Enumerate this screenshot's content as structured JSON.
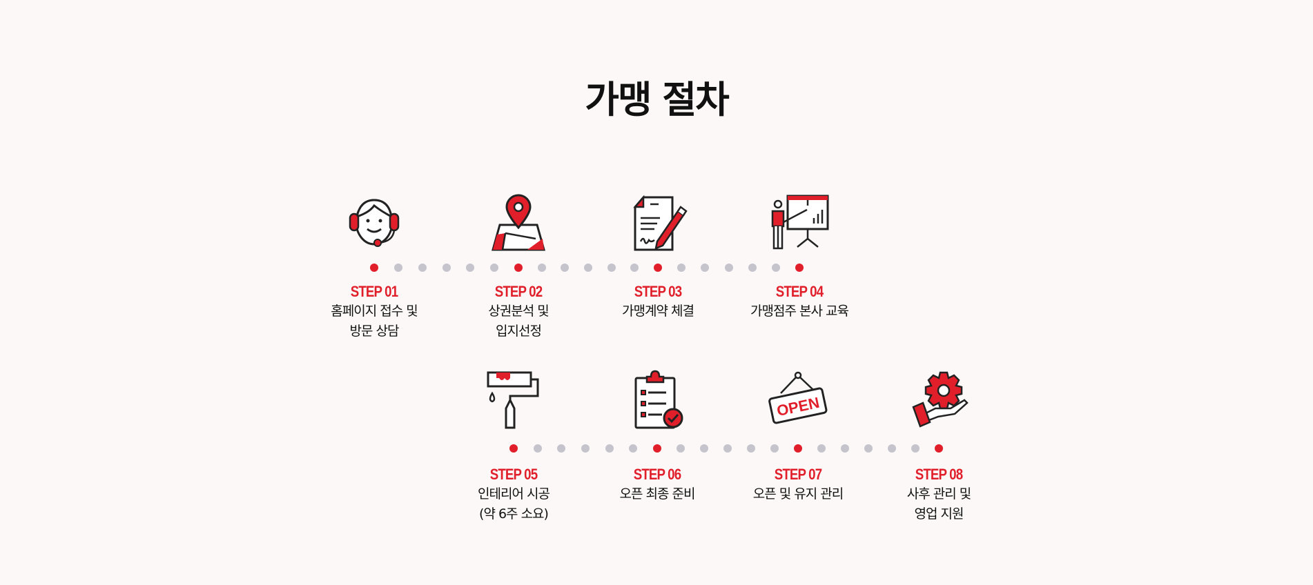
{
  "title": "가맹 절차",
  "colors": {
    "accent": "#e01f2b",
    "dot": "#c5c4cc",
    "background": "#fbf8f7"
  },
  "steps": [
    {
      "label": "STEP 01",
      "lines": [
        "홈페이지 접수 및",
        "방문 상담"
      ],
      "icon": "headset-agent-icon"
    },
    {
      "label": "STEP 02",
      "lines": [
        "상권분석 및",
        "입지선정"
      ],
      "icon": "map-pin-icon"
    },
    {
      "label": "STEP 03",
      "lines": [
        "가맹계약 체결",
        ""
      ],
      "icon": "contract-pen-icon"
    },
    {
      "label": "STEP 04",
      "lines": [
        "가맹점주 본사 교육",
        ""
      ],
      "icon": "presentation-board-icon"
    },
    {
      "label": "STEP 05",
      "lines": [
        "인테리어 시공",
        "(약 6주 소요)"
      ],
      "icon": "paint-roller-icon"
    },
    {
      "label": "STEP 06",
      "lines": [
        "오픈 최종 준비",
        ""
      ],
      "icon": "clipboard-check-icon"
    },
    {
      "label": "STEP 07",
      "lines": [
        "오픈 및 유지 관리",
        ""
      ],
      "icon": "open-sign-icon"
    },
    {
      "label": "STEP 08",
      "lines": [
        "사후 관리 및",
        "영업 지원"
      ],
      "icon": "gear-hand-icon"
    }
  ],
  "open_sign_text": "OPEN"
}
